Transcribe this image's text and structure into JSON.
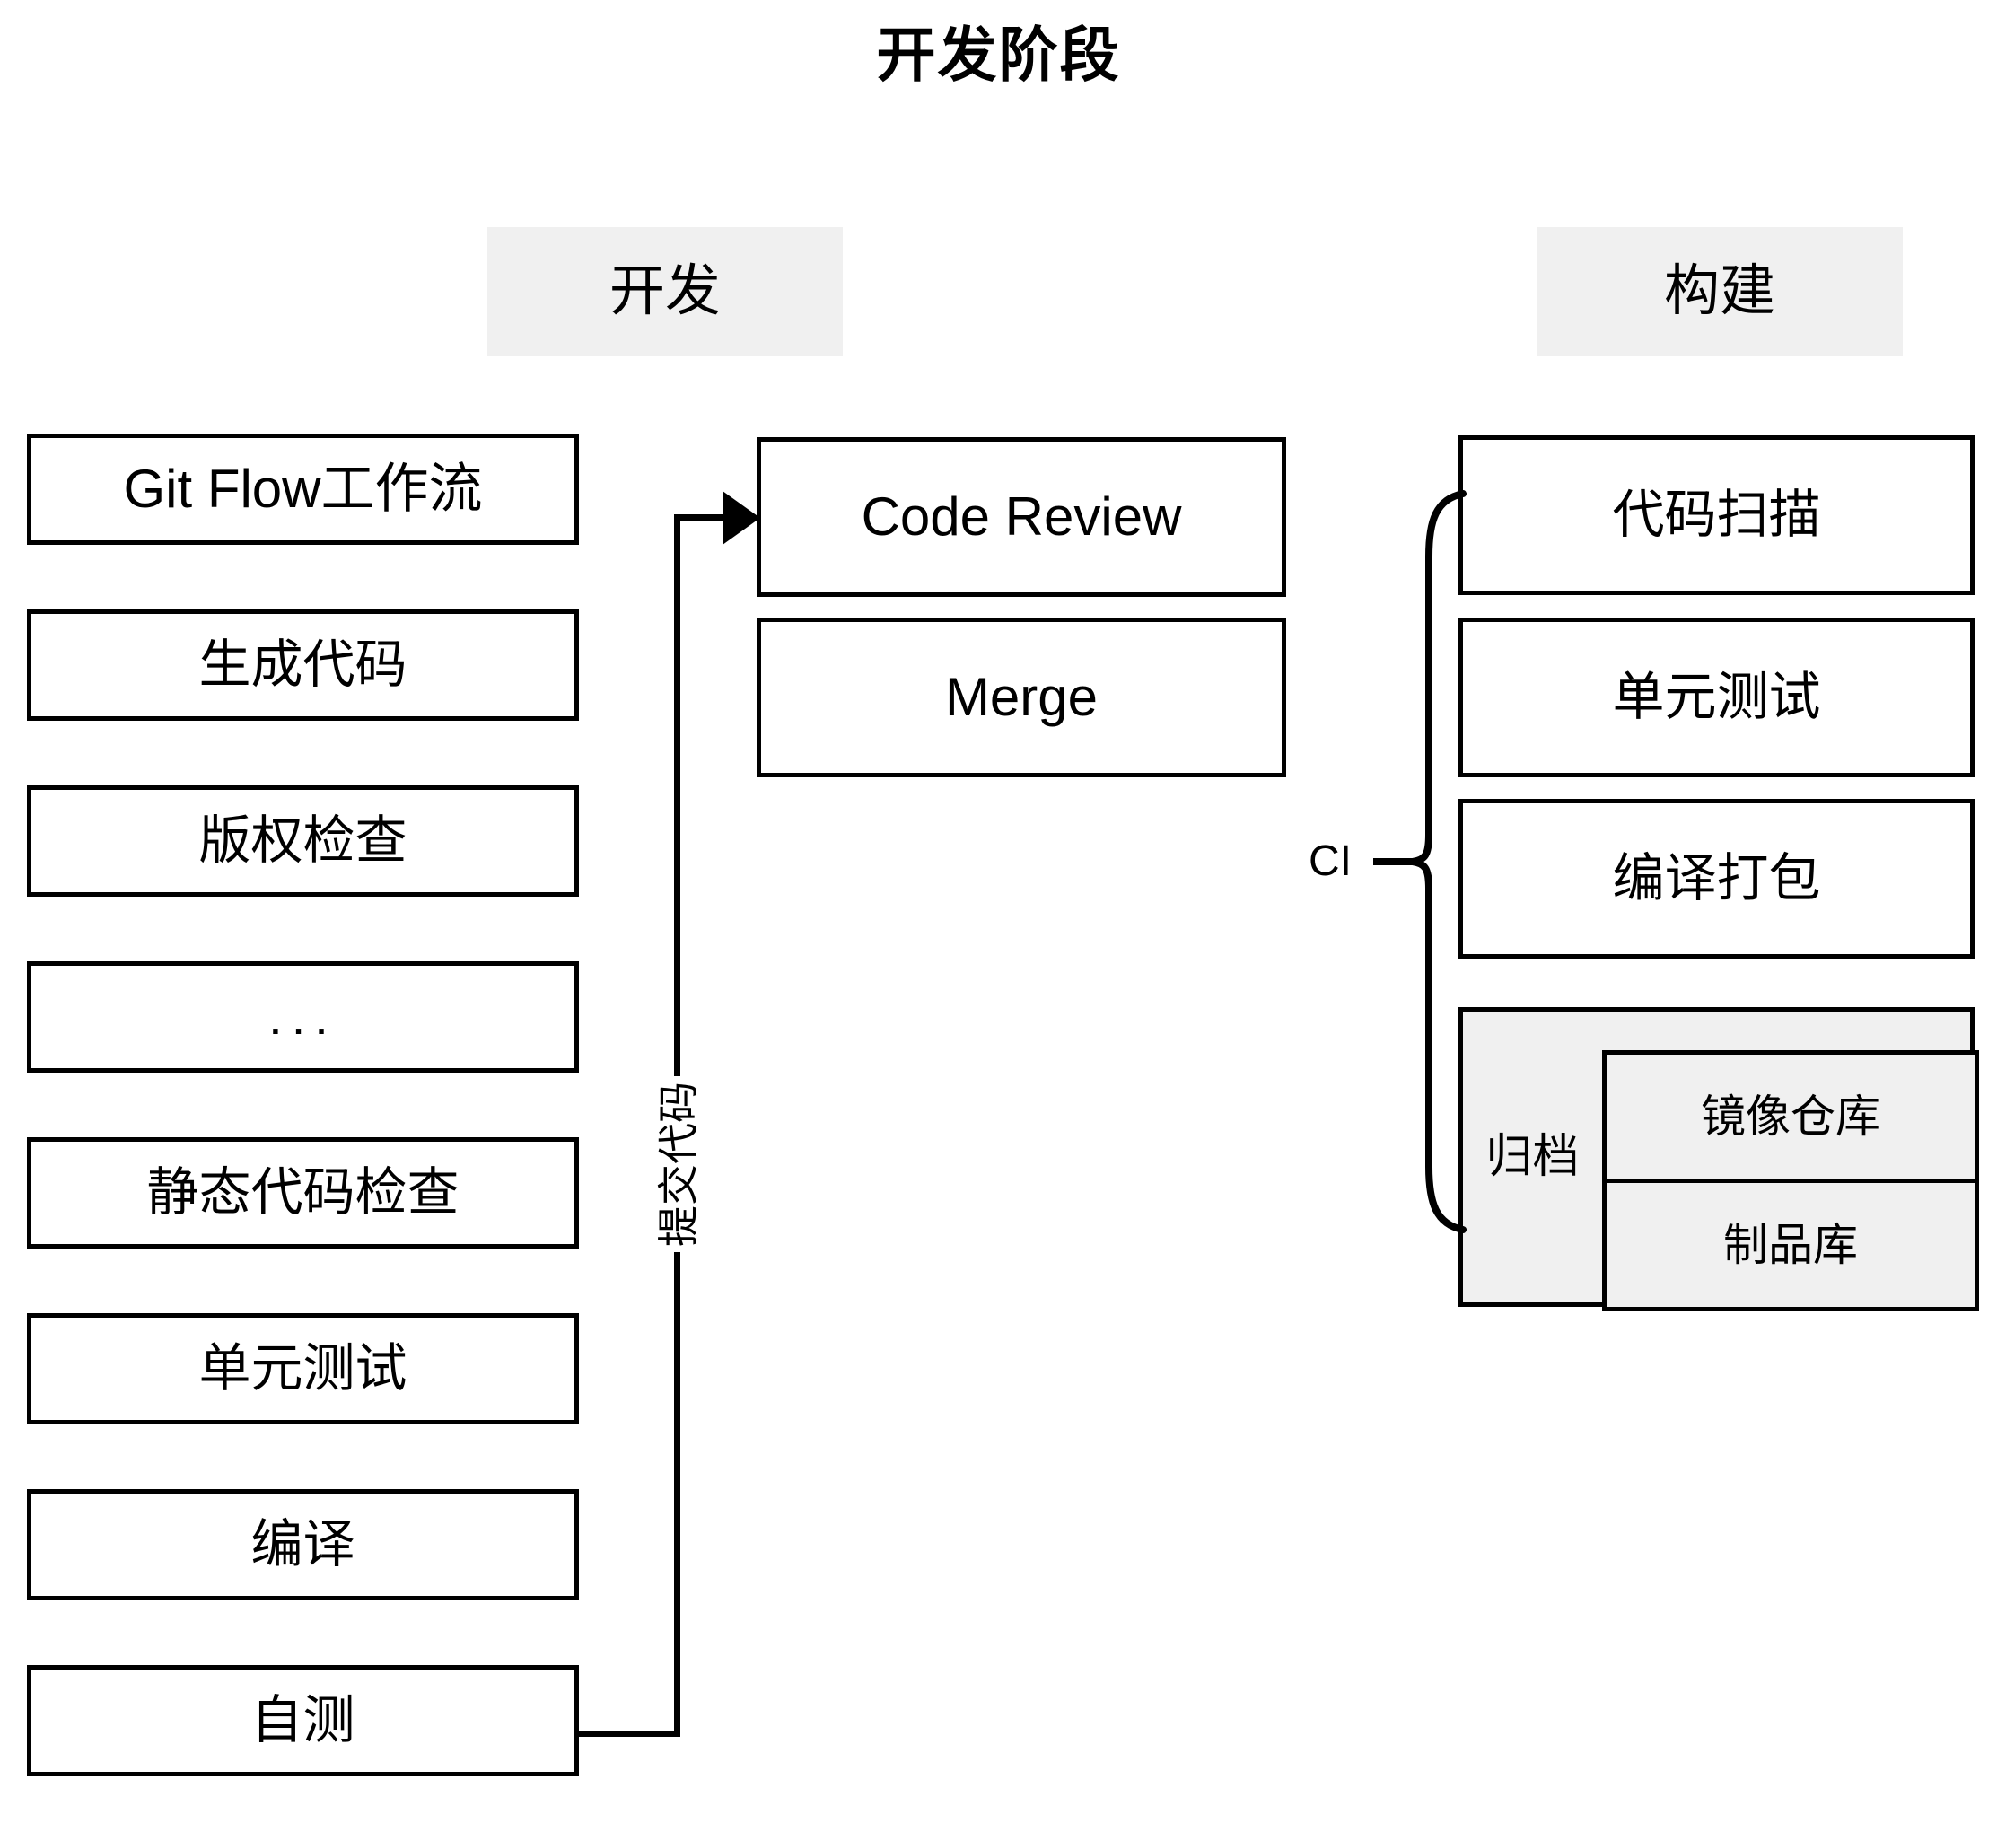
{
  "title": "开发阶段",
  "columns": {
    "dev_header": "开发",
    "build_header": "构建"
  },
  "dev_tasks": [
    "Git Flow工作流",
    "生成代码",
    "版权检查",
    "...",
    "静态代码检查",
    "单元测试",
    "编译",
    "自测"
  ],
  "review_tasks": [
    "Code Review",
    "Merge"
  ],
  "build_tasks": [
    "代码扫描",
    "单元测试",
    "编译打包"
  ],
  "archive": {
    "label": "归档",
    "targets": [
      "镜像仓库",
      "制品库"
    ]
  },
  "connectors": {
    "commit_code_label": "提交代码",
    "ci_label": "CI"
  },
  "colors": {
    "line": "#000000",
    "header_fill": "#f0f0f0",
    "archive_fill": "#f0f0f0",
    "box_fill": "#ffffff",
    "page_bg": "#ffffff"
  }
}
